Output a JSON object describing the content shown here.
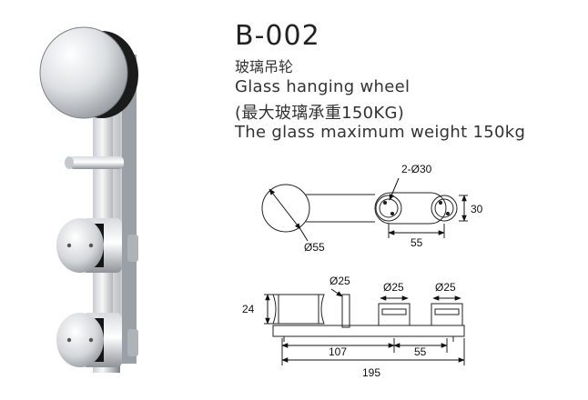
{
  "product": {
    "model": "B-002",
    "name_cn": "玻璃吊轮",
    "name_en": "Glass hanging wheel",
    "load_cn": "(最大玻璃承重150KG)",
    "load_en": "The glass maximum weight 150kg"
  },
  "drawing": {
    "top_view": {
      "holes_label": "2-Ø30",
      "hole_height": "30",
      "hole_spacing": "55",
      "wheel_dia": "Ø55"
    },
    "side_view": {
      "wheel_dia": "Ø25",
      "clamp_a_dia": "Ø25",
      "clamp_b_dia": "Ø25",
      "height": "24",
      "offset": "107",
      "spacing": "55",
      "total_length": "195"
    }
  },
  "colors": {
    "metal_light": "#f2f4f6",
    "metal_dark": "#8c9196",
    "rubber": "#1a1a1a",
    "line": "#222222"
  }
}
